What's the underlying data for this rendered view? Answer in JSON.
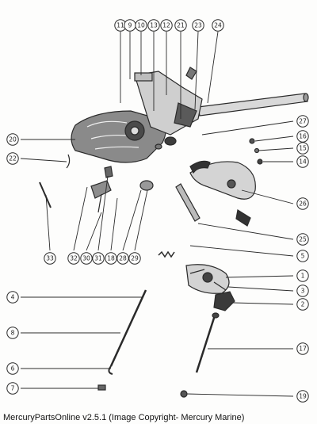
{
  "footer": {
    "text": "MercuryPartsOnline v2.5.1 (Image Copyright- Mercury Marine)"
  },
  "callouts": {
    "top": [
      "11",
      "9",
      "10",
      "13",
      "12",
      "21",
      "23",
      "24"
    ],
    "right": [
      "27",
      "16",
      "15",
      "14",
      "26",
      "25",
      "5",
      "1",
      "3",
      "2",
      "17",
      "19"
    ],
    "left": [
      "20",
      "22",
      "4",
      "8",
      "6",
      "7"
    ],
    "bottom_row": [
      "33",
      "32",
      "30",
      "31",
      "18",
      "28",
      "29"
    ]
  },
  "colors": {
    "ink": "#2a2a2a",
    "shade": "#6b6b6b",
    "paper": "#fdfdfc"
  }
}
